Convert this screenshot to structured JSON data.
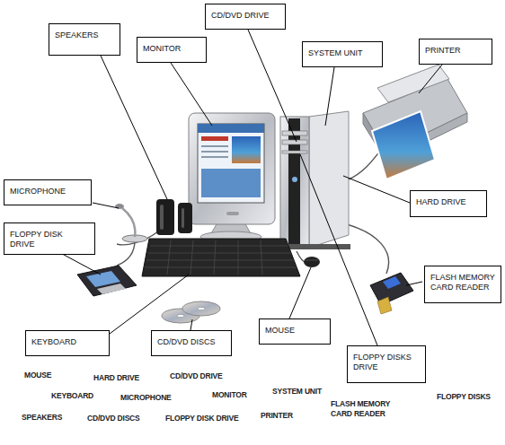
{
  "diagram": {
    "nodes": [
      {
        "text": [
          "CD/DVD DRIVE"
        ]
      },
      {
        "text": [
          "SPEAKERS"
        ]
      },
      {
        "text": [
          "MONITOR"
        ]
      },
      {
        "text": [
          "PRINTER"
        ]
      },
      {
        "text": [
          "SYSTEM UNIT"
        ]
      },
      {
        "text": [
          "MICROPHONE"
        ]
      },
      {
        "text": [
          "HARD DRIVE"
        ]
      },
      {
        "text": [
          "FLOPPY DISK DRIVE"
        ]
      },
      {
        "text": [
          "FLASH MEMORY CARD READER"
        ]
      },
      {
        "text": [
          "MOUSE"
        ]
      },
      {
        "text": [
          "KEYBOARD"
        ]
      },
      {
        "text": [
          "CD/DVD DISCS"
        ]
      },
      {
        "text": [
          "FLOPPY DISKS DRIVE"
        ]
      }
    ],
    "labels": [
      "MOUSE",
      "HARD DRIVE",
      "CD/DVD DRIVE",
      "KEYBOARD",
      "MICROPHONE",
      "MONITOR",
      "SYSTEM UNIT",
      "FLASH MEMORY CARD READER",
      "FLOPPY DISKS",
      "SPEAKERS",
      "CD/DVD DISCS",
      "FLOPPY DISK DRIVE",
      "PRINTER"
    ]
  }
}
